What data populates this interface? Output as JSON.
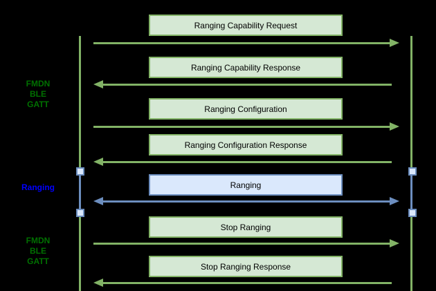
{
  "diagram": {
    "title": "FMDN ranging sequence diagram",
    "colors": {
      "bg": "#000000",
      "green_stroke": "#82b366",
      "green_fill": "#d5e8d4",
      "blue_stroke": "#6c8ebf",
      "blue_fill": "#dae8fc",
      "label_green": "#007000",
      "label_blue": "#0000ff",
      "box_text": "#000000"
    },
    "side_labels": [
      {
        "text": "FMDN\nBLE\nGATT",
        "color": "green"
      },
      {
        "text": "Ranging",
        "color": "blue"
      },
      {
        "text": "FMDN\nBLE\nGATT",
        "color": "green"
      }
    ],
    "lifelines": [
      {
        "name": "left"
      },
      {
        "name": "right"
      }
    ],
    "messages": [
      {
        "label": "Ranging Capability Request",
        "direction": "right",
        "color": "green"
      },
      {
        "label": "Ranging Capability Response",
        "direction": "left",
        "color": "green"
      },
      {
        "label": "Ranging Configuration",
        "direction": "right",
        "color": "green"
      },
      {
        "label": "Ranging Configuration Response",
        "direction": "left",
        "color": "green"
      },
      {
        "label": "Ranging",
        "direction": "both",
        "color": "blue"
      },
      {
        "label": "Stop Ranging",
        "direction": "right",
        "color": "green"
      },
      {
        "label": "Stop Ranging Response",
        "direction": "left",
        "color": "green"
      }
    ]
  }
}
